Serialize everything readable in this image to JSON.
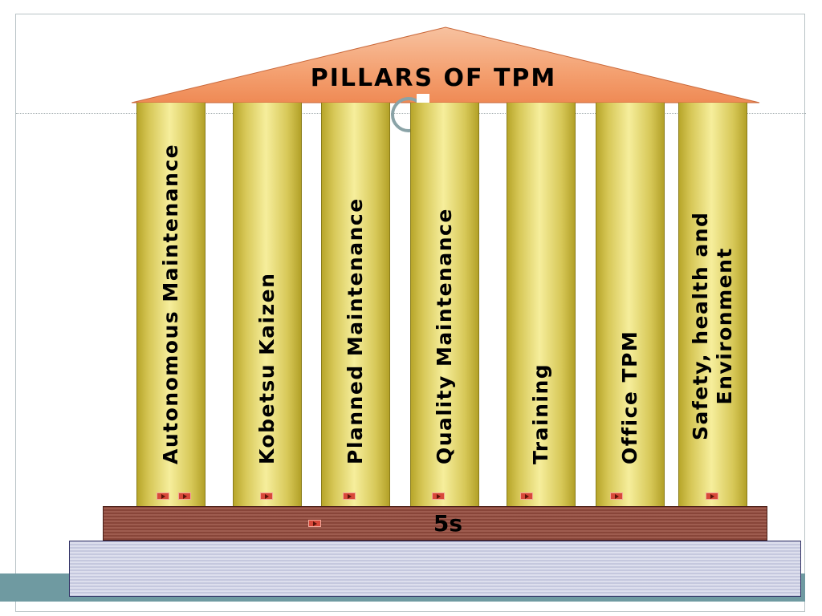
{
  "title": "PILLARS OF TPM",
  "pillars": [
    {
      "lines": [
        "Autonomous Maintenance"
      ]
    },
    {
      "lines": [
        "Kobetsu Kaizen"
      ]
    },
    {
      "lines": [
        "Planned Maintenance"
      ]
    },
    {
      "lines": [
        "Quality Maintenance"
      ]
    },
    {
      "lines": [
        "Training"
      ]
    },
    {
      "lines": [
        "Office TPM"
      ]
    },
    {
      "lines": [
        "Safety, health and",
        "Environment"
      ]
    }
  ],
  "base_label": "5s",
  "colors": {
    "roof": "#f4a070",
    "pillar": "#e6d96a",
    "base_top": "#8b4536",
    "base_bottom": "#d3d5e8",
    "accent_band": "#6f9aa1",
    "action_button": "#d8493a"
  },
  "icons": {
    "action_button": "play-triangle-icon",
    "decoration": "ring-icon"
  }
}
